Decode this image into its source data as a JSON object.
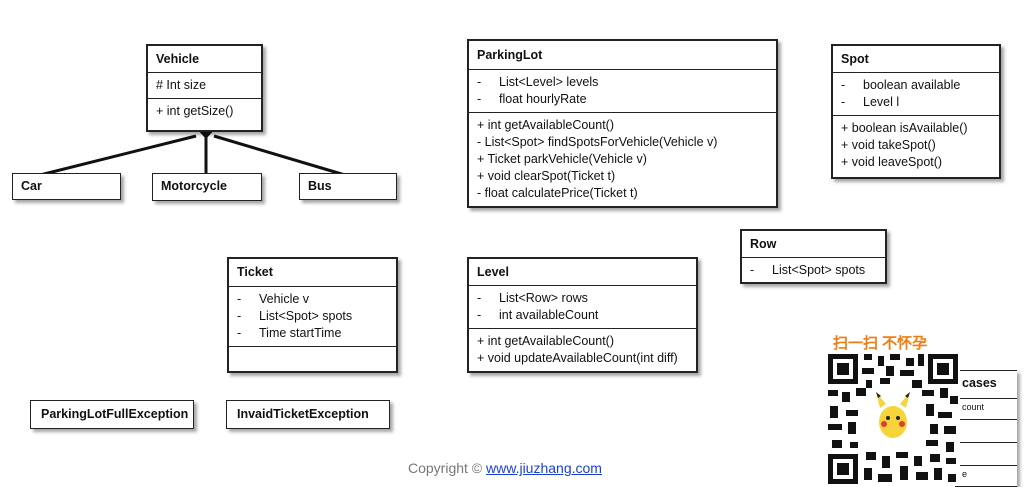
{
  "vehicle": {
    "title": "Vehicle",
    "attrs": [
      "# Int size"
    ],
    "methods": [
      "+ int getSize()"
    ]
  },
  "car": {
    "title": "Car"
  },
  "motorcycle": {
    "title": "Motorcycle"
  },
  "bus": {
    "title": "Bus"
  },
  "parkinglot": {
    "title": "ParkingLot",
    "attrs": [
      "List<Level> levels",
      "float hourlyRate"
    ],
    "methods": [
      "+ int getAvailableCount()",
      "- List<Spot> findSpotsForVehicle(Vehicle v)",
      "+ Ticket parkVehicle(Vehicle v)",
      "+ void clearSpot(Ticket t)",
      "- float calculatePrice(Ticket t)"
    ]
  },
  "spot": {
    "title": "Spot",
    "attrs": [
      "boolean available",
      "Level l"
    ],
    "methods": [
      "+ boolean isAvailable()",
      "+ void takeSpot()",
      "+ void leaveSpot()"
    ]
  },
  "row": {
    "title": "Row",
    "attrs": [
      "List<Spot> spots"
    ]
  },
  "ticket": {
    "title": "Ticket",
    "attrs": [
      "Vehicle v",
      "List<Spot> spots",
      "Time startTime"
    ]
  },
  "level": {
    "title": "Level",
    "attrs": [
      "List<Row> rows",
      "int availableCount"
    ],
    "methods": [
      "+ int getAvailableCount()",
      "+ void updateAvailableCount(int diff)"
    ]
  },
  "exceptions": {
    "full": "ParkingLotFullException",
    "invalid": "InvaidTicketException"
  },
  "partial_box": {
    "title": "cases",
    "line1": "count",
    "line2": "e"
  },
  "qr": {
    "caption": "扫一扫 不怀孕"
  },
  "footer": {
    "copyright": "Copyright ©",
    "link": "www.jiuzhang.com"
  }
}
